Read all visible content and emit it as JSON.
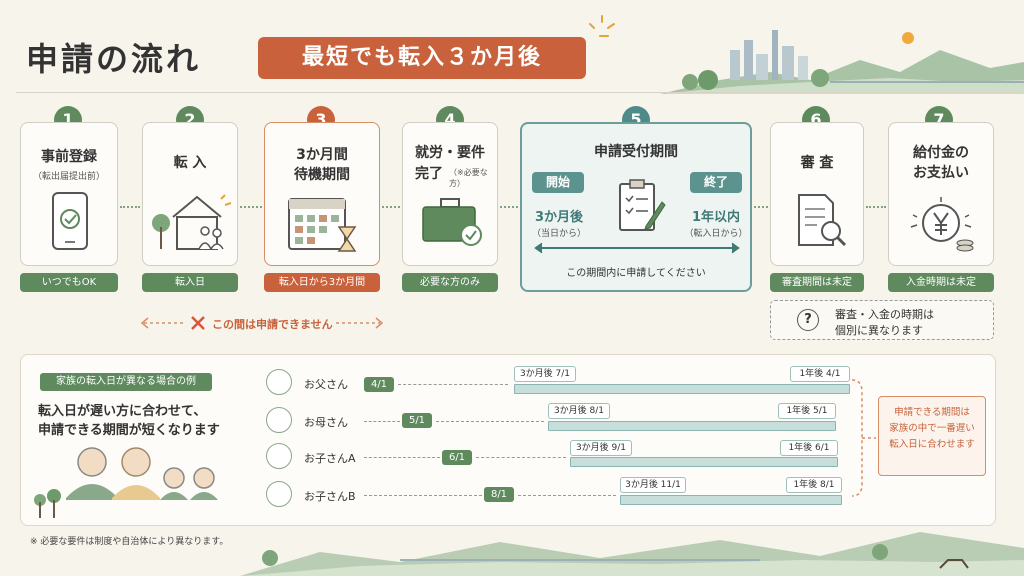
{
  "header": {
    "title": "申請の流れ",
    "badge": "最短でも転入３か月後"
  },
  "steps": [
    {
      "num": "1",
      "title": "事前登録",
      "sub": "（転出届提出前）",
      "pill": "いつでもOK"
    },
    {
      "num": "2",
      "title": "転 入",
      "sub": "",
      "pill": "転入日"
    },
    {
      "num": "3",
      "title_line1": "3か月間",
      "title_line2": "待機期間",
      "pill": "転入日から3か月間"
    },
    {
      "num": "4",
      "title_line1": "就労・要件",
      "title_line2": "完了",
      "sub": "（※必要な方）",
      "pill": "必要な方のみ"
    },
    {
      "num": "5",
      "title": "申請受付期間",
      "start_label": "開始",
      "start_value": "3か月後",
      "start_sub": "（当日から）",
      "end_label": "終了",
      "end_value": "1年以内",
      "end_sub": "（転入日から）",
      "note": "この期間内に申請してください"
    },
    {
      "num": "6",
      "title": "審 査",
      "pill": "審査期間は未定"
    },
    {
      "num": "7",
      "title_line1": "給付金の",
      "title_line2": "お支払い",
      "pill": "入金時期は未定"
    }
  ],
  "cannot_apply": "この間は申請できません",
  "info_note": {
    "line1": "審査・入金の時期は",
    "line2": "個別に異なります",
    "icon": "question-icon"
  },
  "example": {
    "tag": "家族の転入日が異なる場合の例",
    "heading_line1": "転入日が遅い方に合わせて、",
    "heading_line2": "申請できる期間が短くなります",
    "rows": [
      {
        "name": "お父さん",
        "date": "4/1",
        "start": "3か月後 7/1",
        "end": "1年後 4/1"
      },
      {
        "name": "お母さん",
        "date": "5/1",
        "start": "3か月後 8/1",
        "end": "1年後 5/1"
      },
      {
        "name": "お子さんA",
        "date": "6/1",
        "start": "3か月後 9/1",
        "end": "1年後 6/1"
      },
      {
        "name": "お子さんB",
        "date": "8/1",
        "start": "3か月後 11/1",
        "end": "1年後 8/1"
      }
    ],
    "note_line1": "申請できる期間は",
    "note_line2": "家族の中で一番遅い",
    "note_line3": "転入日に合わせます"
  },
  "footnote": "※ 必要な要件は制度や自治体により異なります。",
  "colors": {
    "green": "#5e8a5e",
    "orange": "#c9623c",
    "teal": "#5c938f",
    "background": "#f7f4ec"
  }
}
